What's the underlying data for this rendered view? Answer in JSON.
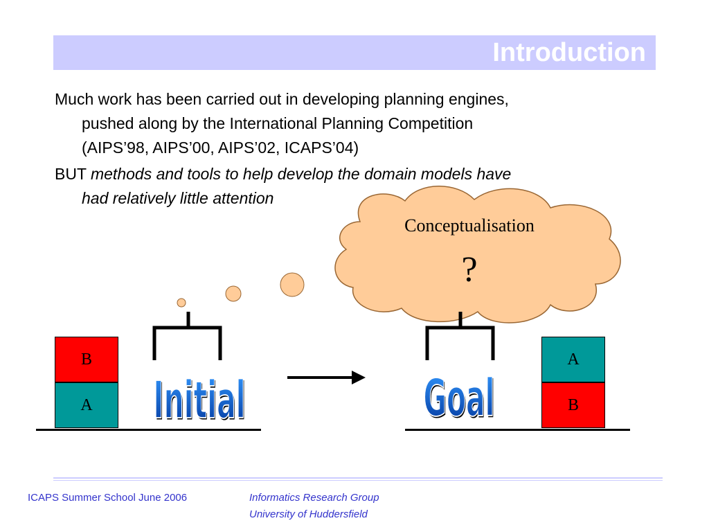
{
  "slide": {
    "title": "Introduction",
    "para1_line1": "Much work has been carried out in developing planning engines,",
    "para1_line2": "pushed along by the International Planning Competition",
    "para1_line3": "(AIPS’98, AIPS’00, AIPS’02, ICAPS’04)",
    "para2_lead": "BUT ",
    "para2_line1_italic": "methods and tools to help develop the domain models have",
    "para2_line2_italic": "had relatively little attention"
  },
  "diagram": {
    "initial_label": "Initial",
    "goal_label": "Goal",
    "initial_stack": [
      "B",
      "A"
    ],
    "goal_stack": [
      "A",
      "B"
    ],
    "cloud_title": "Conceptualisation",
    "cloud_symbol": "?",
    "colors": {
      "red_block": "#ff0000",
      "teal_block": "#009999",
      "cloud_fill": "#ffcc99",
      "word_art": "#0066cc"
    }
  },
  "footer": {
    "left": "ICAPS Summer School June 2006",
    "right_line1": "Informatics Research Group",
    "right_line2": "University of Huddersfield"
  }
}
